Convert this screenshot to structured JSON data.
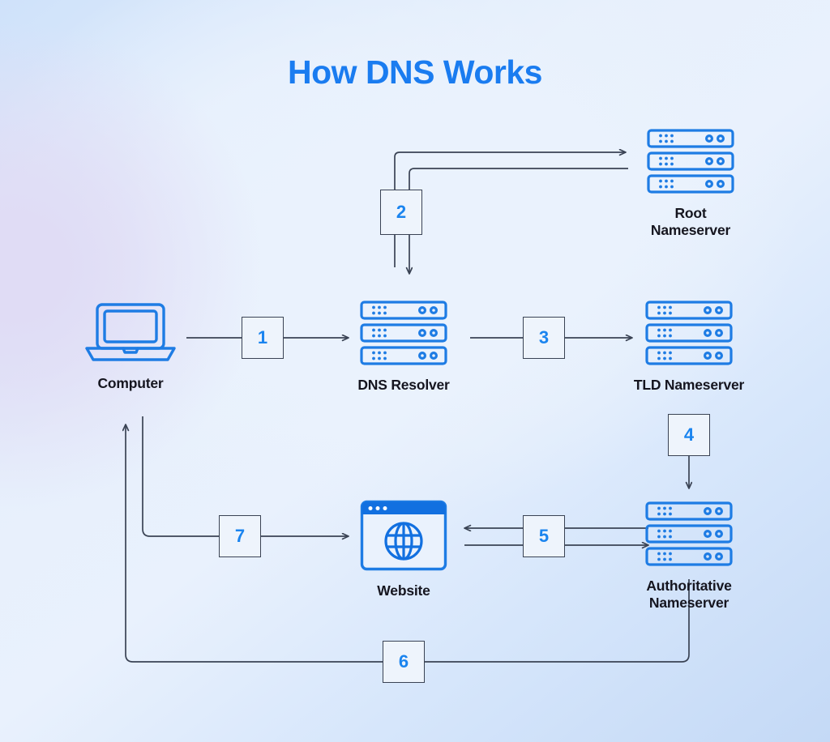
{
  "diagram": {
    "title": "How DNS Works",
    "title_color": "#1a7cf0",
    "accent_color": "#1a84ef",
    "line_color": "#3a4354",
    "label_color": "#15151f",
    "background_colors": [
      "#cfe2fa",
      "#e7f0fc",
      "#e0dcf5",
      "#c4d9f6"
    ],
    "nodes": [
      {
        "id": "computer",
        "label": "Computer",
        "icon": "laptop-icon"
      },
      {
        "id": "dns-resolver",
        "label": "DNS Resolver",
        "icon": "server-rack-icon"
      },
      {
        "id": "root-nameserver",
        "label": "Root\nNameserver",
        "icon": "server-rack-icon"
      },
      {
        "id": "tld-nameserver",
        "label": "TLD Nameserver",
        "icon": "server-rack-icon"
      },
      {
        "id": "authoritative-nameserver",
        "label": "Authoritative\nNameserver",
        "icon": "server-rack-icon"
      },
      {
        "id": "website",
        "label": "Website",
        "icon": "browser-globe-icon"
      }
    ],
    "steps": [
      {
        "number": "1",
        "from": "computer",
        "to": "dns-resolver"
      },
      {
        "number": "2",
        "from": "dns-resolver",
        "to": "root-nameserver"
      },
      {
        "number": "3",
        "from": "dns-resolver",
        "to": "tld-nameserver"
      },
      {
        "number": "4",
        "from": "tld-nameserver",
        "to": "authoritative-nameserver"
      },
      {
        "number": "5",
        "from": "authoritative-nameserver",
        "to": "website"
      },
      {
        "number": "6",
        "from": "authoritative-nameserver",
        "to": "computer"
      },
      {
        "number": "7",
        "from": "computer",
        "to": "website"
      }
    ]
  }
}
